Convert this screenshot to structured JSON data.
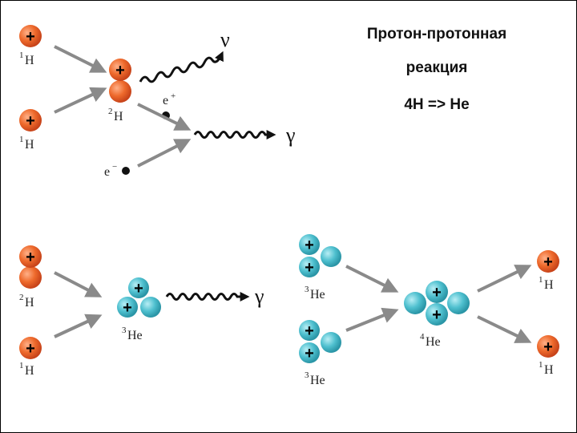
{
  "title": {
    "line1": "Протон-протонная",
    "line2": "реакция",
    "line3": "4H => He"
  },
  "labels": {
    "h1_mass": "1",
    "h1_symbol": "H",
    "h2_mass": "2",
    "h2_symbol": "H",
    "he3_mass": "3",
    "he3_symbol": "He",
    "he4_mass": "4",
    "he4_symbol": "He",
    "positron_base": "e",
    "positron_charge": "+",
    "electron_base": "e",
    "electron_charge": "−",
    "neutrino": "ν",
    "gamma": "γ",
    "proton_sign": "+"
  },
  "colors": {
    "proton": "#e8561f",
    "neutron_he": "#3fb3c3",
    "arrow": "#8a8a8a",
    "wave": "#111111"
  }
}
